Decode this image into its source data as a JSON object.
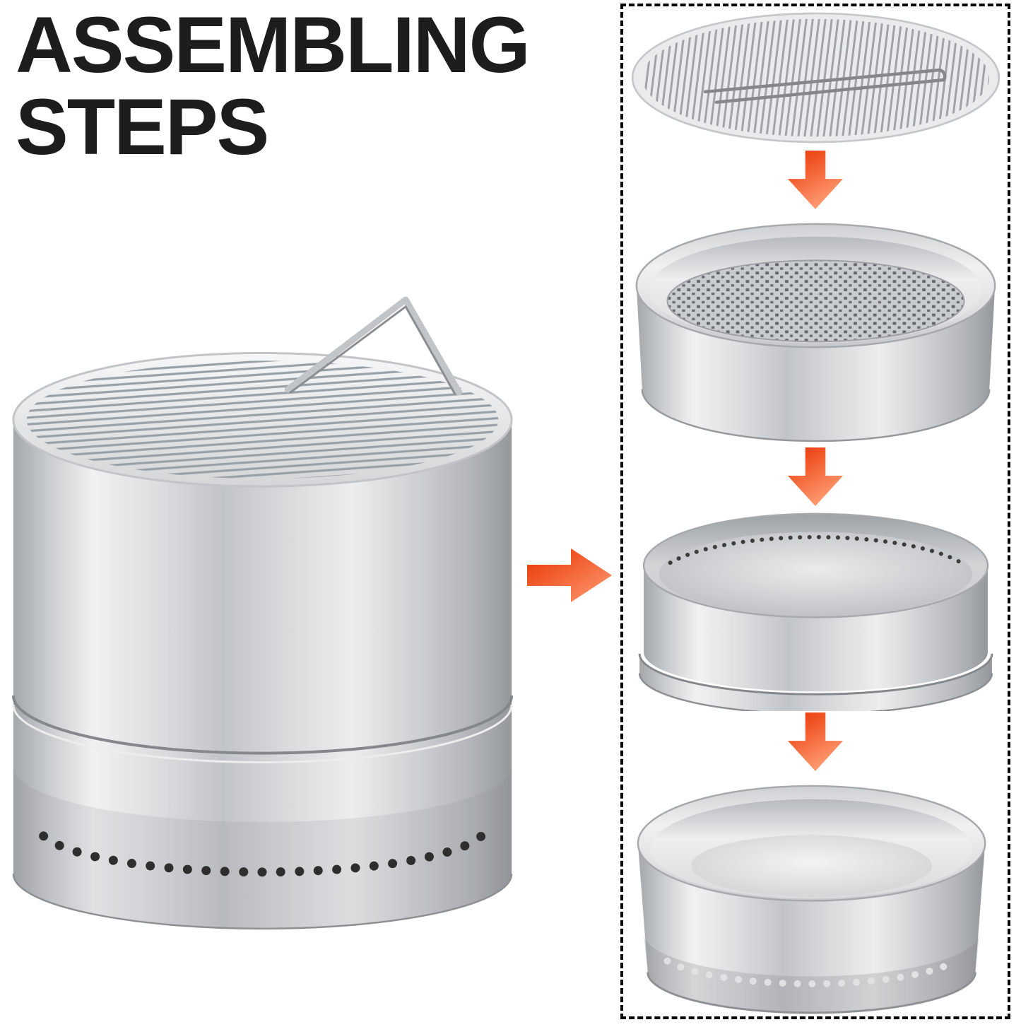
{
  "title": {
    "line1": "ASSEMBLING",
    "line2": "STEPS"
  },
  "panel": {
    "steps": [
      {
        "order": 1,
        "name": "grill-grate"
      },
      {
        "order": 2,
        "name": "fire-bowl-with-perforated-ash-plate"
      },
      {
        "order": 3,
        "name": "burn-chamber-ring"
      },
      {
        "order": 4,
        "name": "outer-base-bowl"
      }
    ]
  },
  "figures": {
    "assembled": "assembled-smokeless-fire-pit-with-grill-grate-and-folding-handle"
  },
  "icons": {
    "arrow_right": "assembly-flow-arrow-right",
    "arrow_down": "assembly-step-arrow-down"
  },
  "colors": {
    "background": "#ffffff",
    "title_text": "#1d1d1d",
    "panel_border": "#000000",
    "arrow_gradient_start": "#e83200",
    "arrow_gradient_end": "#ff9d74",
    "steel_light": "#f0f1f2",
    "steel_mid": "#c9ccce",
    "steel_dark": "#97999c",
    "vent_hole_dark": "#2e2e2e"
  }
}
